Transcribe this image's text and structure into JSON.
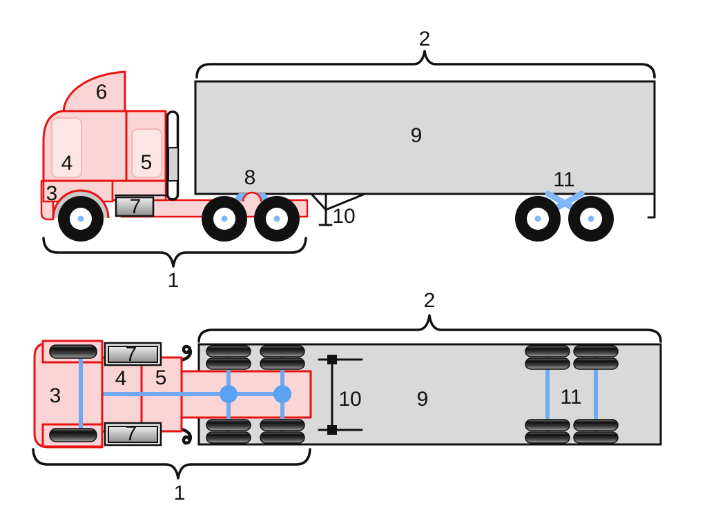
{
  "colors": {
    "outline_red": "#E91111",
    "body_pink": "#FBD5D5",
    "window_pink": "#FCE5E5",
    "trailer_gray": "#D9D9D9",
    "line_black": "#111111",
    "axle_blue": "#6FA9F2"
  },
  "labels": {
    "side": {
      "tractor_unit": "1",
      "semi_trailer": "2",
      "engine": "3",
      "cab": "4",
      "sleeper": "5",
      "air_deflector": "6",
      "fuel_tank": "7",
      "fifth_wheel": "8",
      "cargo_box": "9",
      "landing_gear": "10",
      "tandem_axles": "11"
    },
    "top": {
      "tractor_unit": "1",
      "semi_trailer": "2",
      "engine": "3",
      "cab": "4",
      "sleeper": "5",
      "fuel_tank_left": "7",
      "fuel_tank_right": "7",
      "cargo_box": "9",
      "landing_gear": "10",
      "tandem_axles": "11"
    }
  }
}
